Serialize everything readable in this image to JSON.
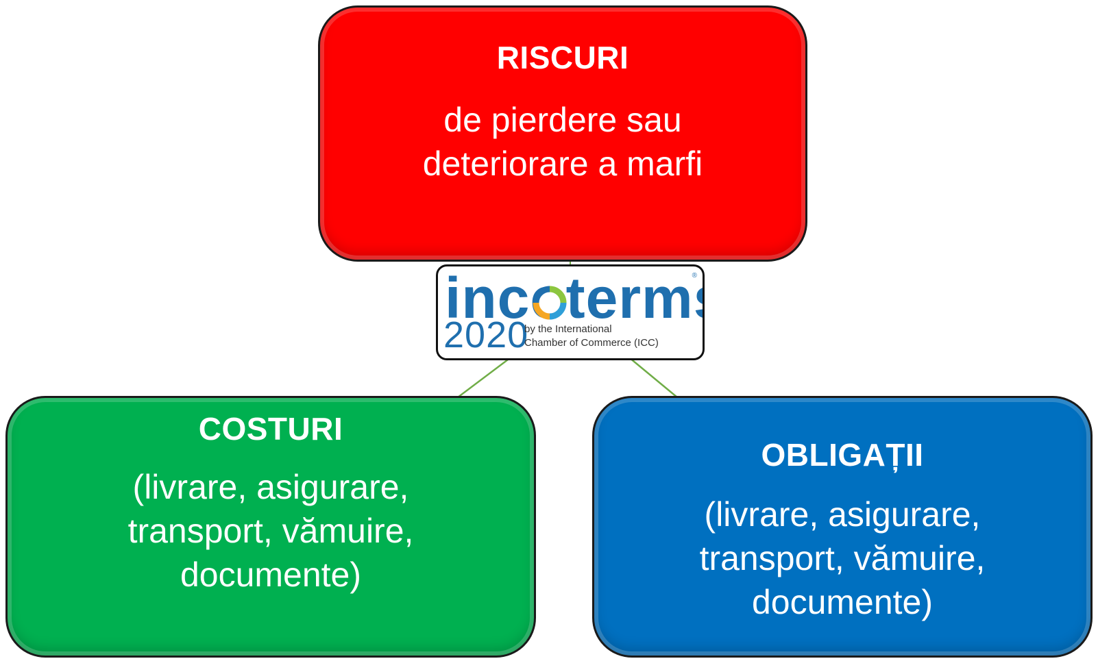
{
  "risks": {
    "title": "RISCURI",
    "body_lines": [
      "de pierdere sau",
      "deteriorare a marfi"
    ],
    "color": "#ff0000"
  },
  "costs": {
    "title": "COSTURI",
    "body_lines": [
      "(livrare, asigurare,",
      "transport, vămuire,",
      "documente)"
    ],
    "color": "#00b050"
  },
  "obligations": {
    "title": "OBLIGAȚII",
    "body_lines": [
      "(livrare, asigurare,",
      "transport, vămuire,",
      "documente)"
    ],
    "color": "#0070c0"
  },
  "logo": {
    "word": "incoterms",
    "year": "2020",
    "tagline_lines": [
      "by the International",
      "Chamber of Commerce (ICC)"
    ]
  },
  "connector_color": "#70ad47"
}
